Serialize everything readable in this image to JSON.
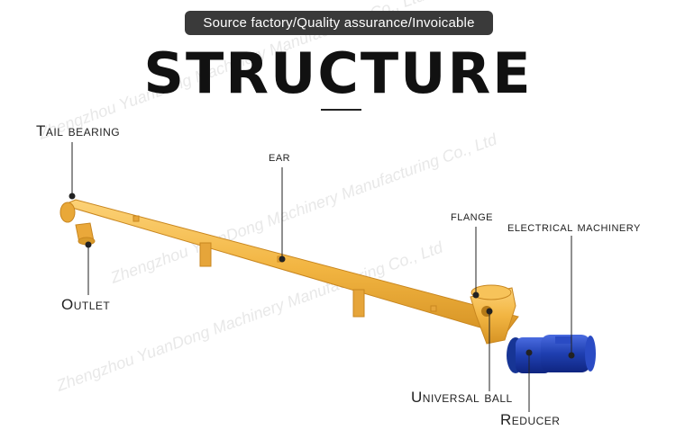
{
  "header": {
    "badge_text": "Source factory/Quality assurance/Invoicable",
    "title": "STRUCTURE"
  },
  "labels": {
    "tail_bearing": "Tail bearing",
    "ear": "ear",
    "outlet": "Outlet",
    "flange": "flange",
    "electrical_machinery": "electrical machinery",
    "universal_ball": "Universal ball",
    "reducer": "Reducer"
  },
  "watermark": {
    "text": "Zhengzhou YuanDong Machinery Manufacturing Co., Ltd"
  },
  "colors": {
    "conveyor": "#f2b542",
    "conveyor_shade": "#d99a2b",
    "motor": "#1f3fb0",
    "badge_bg": "#3a3a3a"
  }
}
